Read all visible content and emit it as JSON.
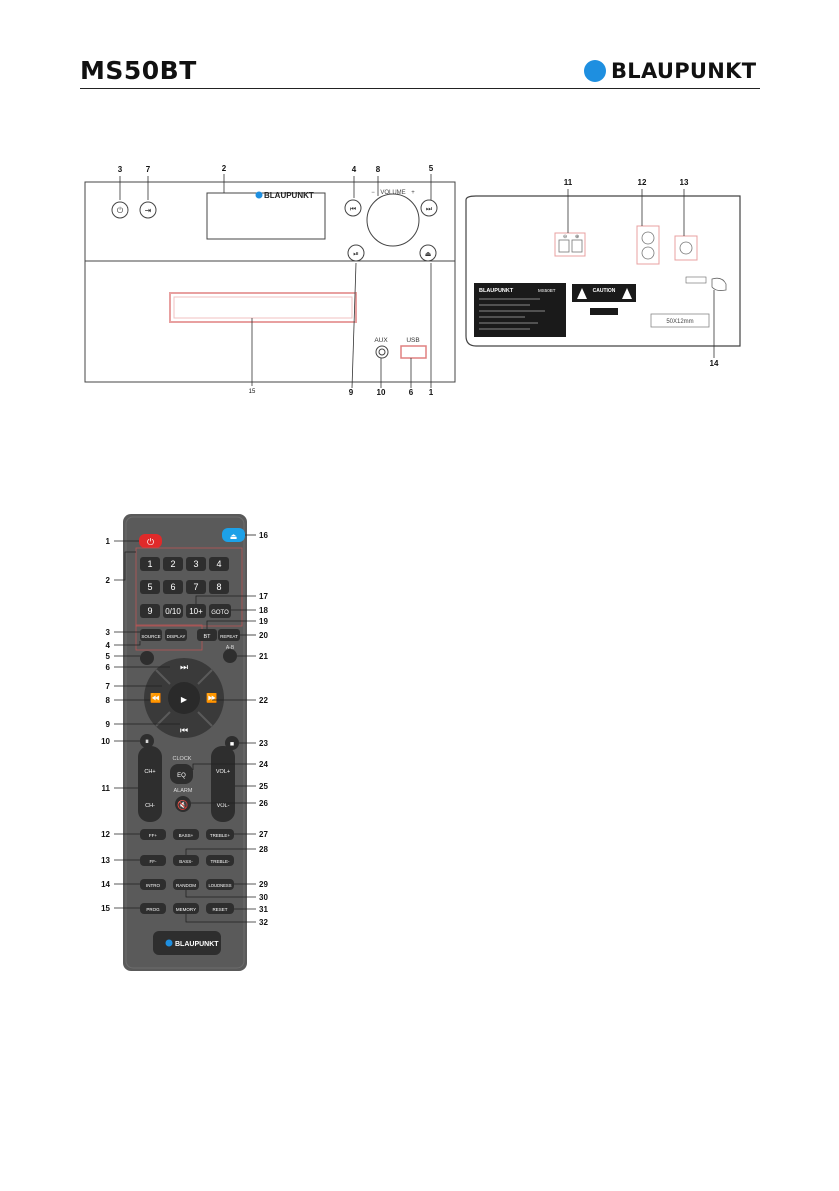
{
  "header": {
    "model": "MS50BT",
    "brand": "BLAUPUNKT",
    "brand_color": "#1e8fe0"
  },
  "front_panel": {
    "brand": "BLAUPUNKT",
    "volume_label": "VOLUME",
    "volume_minus": "−",
    "volume_plus": "+",
    "aux_label": "AUX",
    "usb_label": "USB",
    "callouts": [
      "3",
      "7",
      "2",
      "4",
      "8",
      "5",
      "9",
      "10",
      "6",
      "1",
      "15"
    ]
  },
  "rear_panel": {
    "callouts": [
      "11",
      "12",
      "13",
      "14"
    ],
    "sticker_brand": "BLAUPUNKT",
    "sticker_model": "MS50BT",
    "caution_title": "CAUTION",
    "size_label": "50X12mm"
  },
  "remote": {
    "brand": "BLAUPUNKT",
    "numpad": [
      "1",
      "2",
      "3",
      "4",
      "5",
      "6",
      "7",
      "8",
      "9",
      "0/10",
      "10+",
      "GOTO"
    ],
    "buttons": {
      "source": "SOURCE",
      "display": "DISPLAY",
      "bt": "BT",
      "repeat": "REPEAT",
      "ab": "A-B",
      "clock": "CLOCK",
      "eq": "EQ",
      "alarm": "ALARM",
      "ch_plus": "CH+",
      "ch_minus": "CH-",
      "vol_plus": "VOL+",
      "vol_minus": "VOL-",
      "ff_plus": "FF+",
      "ff_minus": "FF-",
      "bass_plus": "BASS+",
      "bass_minus": "BASS-",
      "treble_plus": "TREBLE+",
      "treble_minus": "TREBLE-",
      "intro": "INTRO",
      "random": "RANDOM",
      "loudness": "LOUDNESS",
      "prog": "PROG",
      "memory": "MEMORY",
      "reset": "RESET"
    },
    "left_callouts": [
      "1",
      "2",
      "3",
      "4",
      "5",
      "6",
      "7",
      "8",
      "9",
      "10",
      "11",
      "12",
      "13",
      "14",
      "15"
    ],
    "right_callouts": [
      "16",
      "17",
      "18",
      "19",
      "20",
      "21",
      "22",
      "23",
      "24",
      "25",
      "26",
      "27",
      "28",
      "29",
      "30",
      "31",
      "32"
    ]
  }
}
